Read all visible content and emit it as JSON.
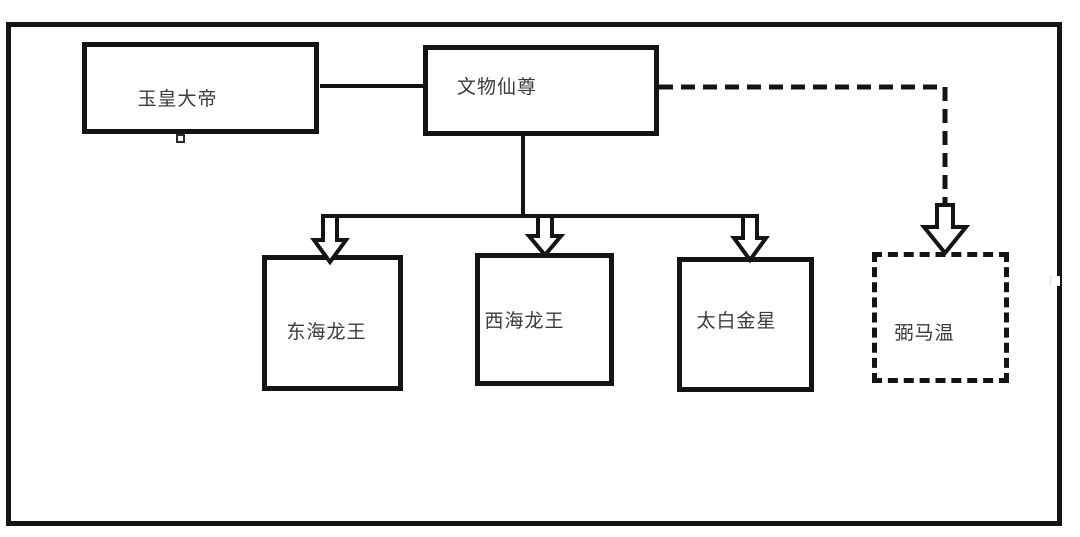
{
  "diagram": {
    "nodes": [
      {
        "id": "yuhuang-dadi",
        "label": "玉皇大帝",
        "shape": "rectangle",
        "style": "solid"
      },
      {
        "id": "wenwu-xianzun",
        "label": "文物仙尊",
        "shape": "rectangle",
        "style": "solid"
      },
      {
        "id": "donghai-longwang",
        "label": "东海龙王",
        "shape": "rectangle",
        "style": "solid"
      },
      {
        "id": "xihai-longwang",
        "label": "西海龙王",
        "shape": "rectangle",
        "style": "solid"
      },
      {
        "id": "taibai-jinxing",
        "label": "太白金星",
        "shape": "rectangle",
        "style": "solid"
      },
      {
        "id": "bimawen",
        "label": "弼马温",
        "shape": "rectangle",
        "style": "dashed"
      }
    ],
    "edges": [
      {
        "from": "玉皇大帝",
        "to": "文物仙尊",
        "style": "solid-line"
      },
      {
        "from": "文物仙尊",
        "to": "东海龙王",
        "style": "solid-arrow"
      },
      {
        "from": "文物仙尊",
        "to": "西海龙王",
        "style": "solid-arrow"
      },
      {
        "from": "文物仙尊",
        "to": "太白金星",
        "style": "solid-arrow"
      },
      {
        "from": "文物仙尊",
        "to": "弼马温",
        "style": "dashed-arrow"
      }
    ],
    "colors": {
      "stroke": "#141414",
      "background": "#ffffff",
      "text": "#3b3b3b"
    }
  }
}
